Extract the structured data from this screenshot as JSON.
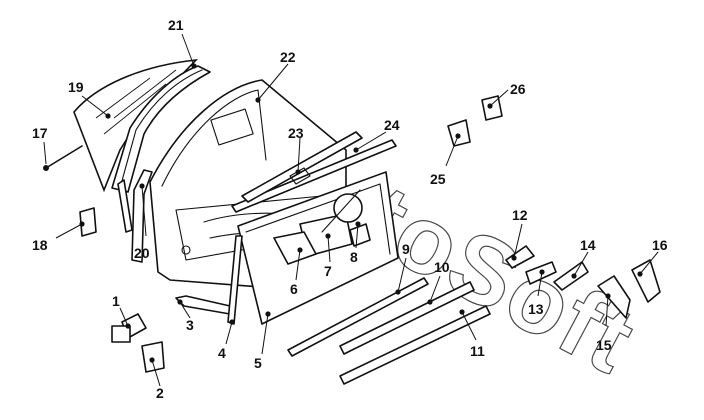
{
  "callouts": {
    "c1": "1",
    "c2": "2",
    "c3": "3",
    "c4": "4",
    "c5": "5",
    "c6": "6",
    "c7": "7",
    "c8": "8",
    "c9": "9",
    "c10": "10",
    "c11": "11",
    "c12": "12",
    "c13": "13",
    "c14": "14",
    "c15": "15",
    "c16": "16",
    "c17": "17",
    "c18": "18",
    "c19": "19",
    "c20": "20",
    "c21": "21",
    "c22": "22",
    "c23": "23",
    "c24": "24",
    "c25": "25",
    "c26": "26"
  },
  "watermark": "AutoSoft",
  "colors": {
    "line": "#111111",
    "background": "#ffffff",
    "watermark": "#2a2a2a"
  }
}
